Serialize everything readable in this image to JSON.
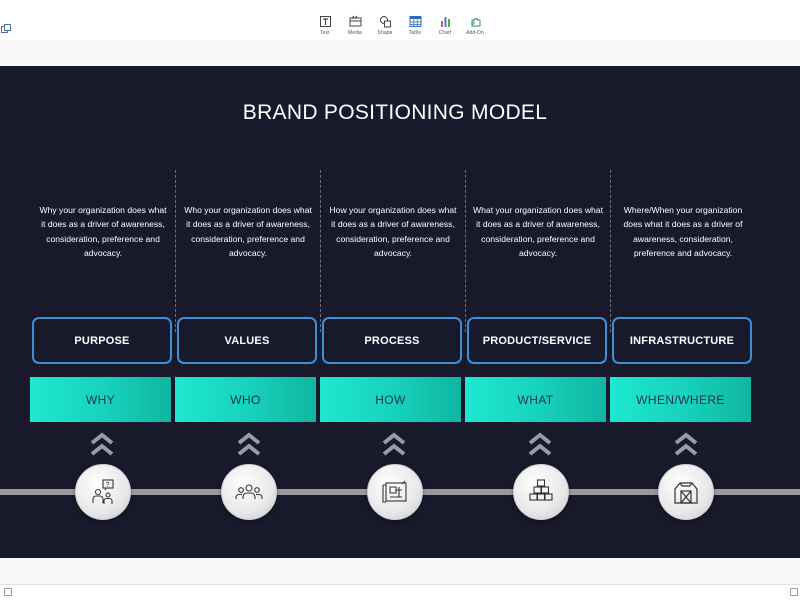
{
  "toolbar": {
    "tools": [
      {
        "label": "Text",
        "icon": "text-icon"
      },
      {
        "label": "Media",
        "icon": "media-icon"
      },
      {
        "label": "Shape",
        "icon": "shape-icon"
      },
      {
        "label": "Table",
        "icon": "table-icon"
      },
      {
        "label": "Chart",
        "icon": "chart-icon"
      },
      {
        "label": "Add-On",
        "icon": "addon-icon"
      }
    ]
  },
  "slide": {
    "title": "BRAND POSITIONING MODEL",
    "colors": {
      "background": "#181a2c",
      "outline": "#3c8fd6",
      "teal": "#1ee8cf",
      "teal_text": "#17344a"
    },
    "columns": [
      {
        "description": "Why your organization does what it does as a driver of awareness, consideration, preference and advocacy.",
        "heading": "PURPOSE",
        "question": "WHY",
        "icon": "question-person-icon"
      },
      {
        "description": "Who your organization does what it does as a driver of awareness, consideration, preference and advocacy.",
        "heading": "VALUES",
        "question": "WHO",
        "icon": "people-group-icon"
      },
      {
        "description": "How your organization does what it does as a driver of awareness, consideration, preference and advocacy.",
        "heading": "PROCESS",
        "question": "HOW",
        "icon": "blueprint-icon"
      },
      {
        "description": "What your organization does what it does as a driver of awareness, consideration, preference and advocacy.",
        "heading": "PRODUCT/SERVICE",
        "question": "WHAT",
        "icon": "boxes-icon"
      },
      {
        "description": "Where/When your organization does what it does as a driver of awareness, consideration, preference and advocacy.",
        "heading": "INFRASTRUCTURE",
        "question": "WHEN/WHERE",
        "icon": "barn-icon"
      }
    ]
  }
}
